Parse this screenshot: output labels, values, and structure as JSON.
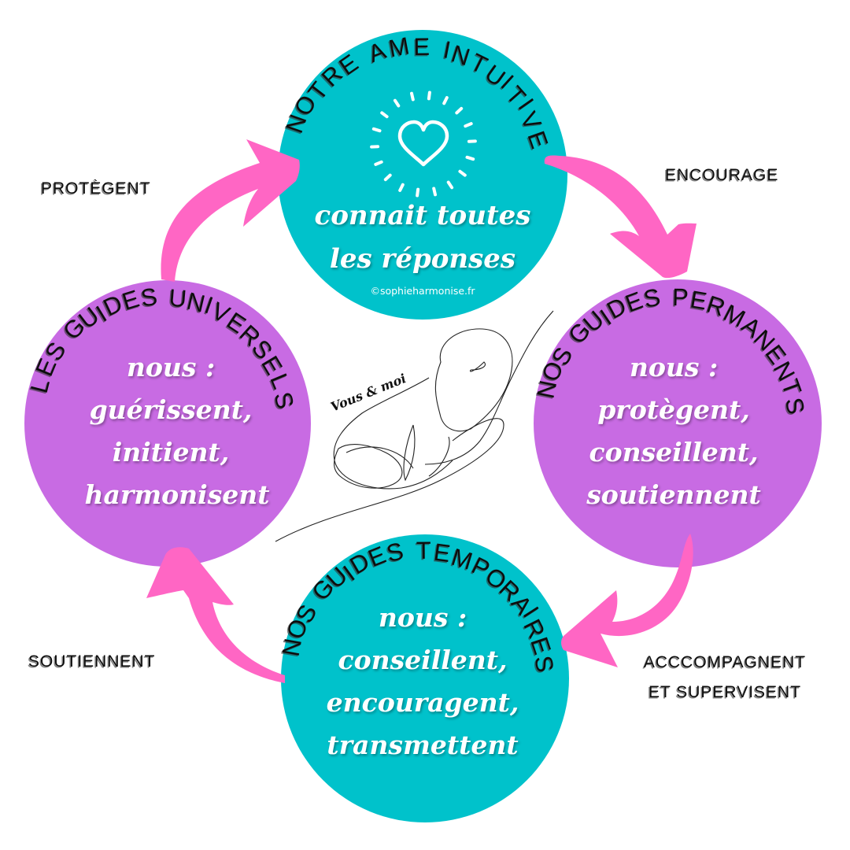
{
  "colors": {
    "teal": "#00C2CB",
    "purple": "#C86BE3",
    "pink": "#FF66C4",
    "text_dark": "#111111",
    "text_light": "#FFFFFF"
  },
  "top_circle": {
    "title": "NOTRE AME INTUITIVE",
    "line1": "connait toutes",
    "line2": "les réponses",
    "copyright": "©sophieharmonise.fr",
    "icon": "heart-icon"
  },
  "right_circle": {
    "title": "NOS GUIDES PERMANENTS",
    "line1": "nous :",
    "line2": "protègent,",
    "line3": "conseillent,",
    "line4": "soutiennent"
  },
  "bottom_circle": {
    "title": "NOS GUIDES TEMPORAIRES",
    "line1": "nous :",
    "line2": "conseillent,",
    "line3": "encouragent,",
    "line4": "transmettent"
  },
  "left_circle": {
    "title": "LES GUIDES UNIVERSELS",
    "line1": "nous :",
    "line2": "guérissent,",
    "line3": "initient,",
    "line4": "harmonisent"
  },
  "arrow_labels": {
    "top_left": "PROTÈGENT",
    "top_right": "ENCOURAGE",
    "bottom_right_1": "ACCCOMPAGNENT",
    "bottom_right_2": "ET SUPERVISENT",
    "bottom_left": "SOUTIENNENT"
  },
  "center": {
    "caption": "Vous & moi",
    "icon": "line-drawing-illustration"
  }
}
